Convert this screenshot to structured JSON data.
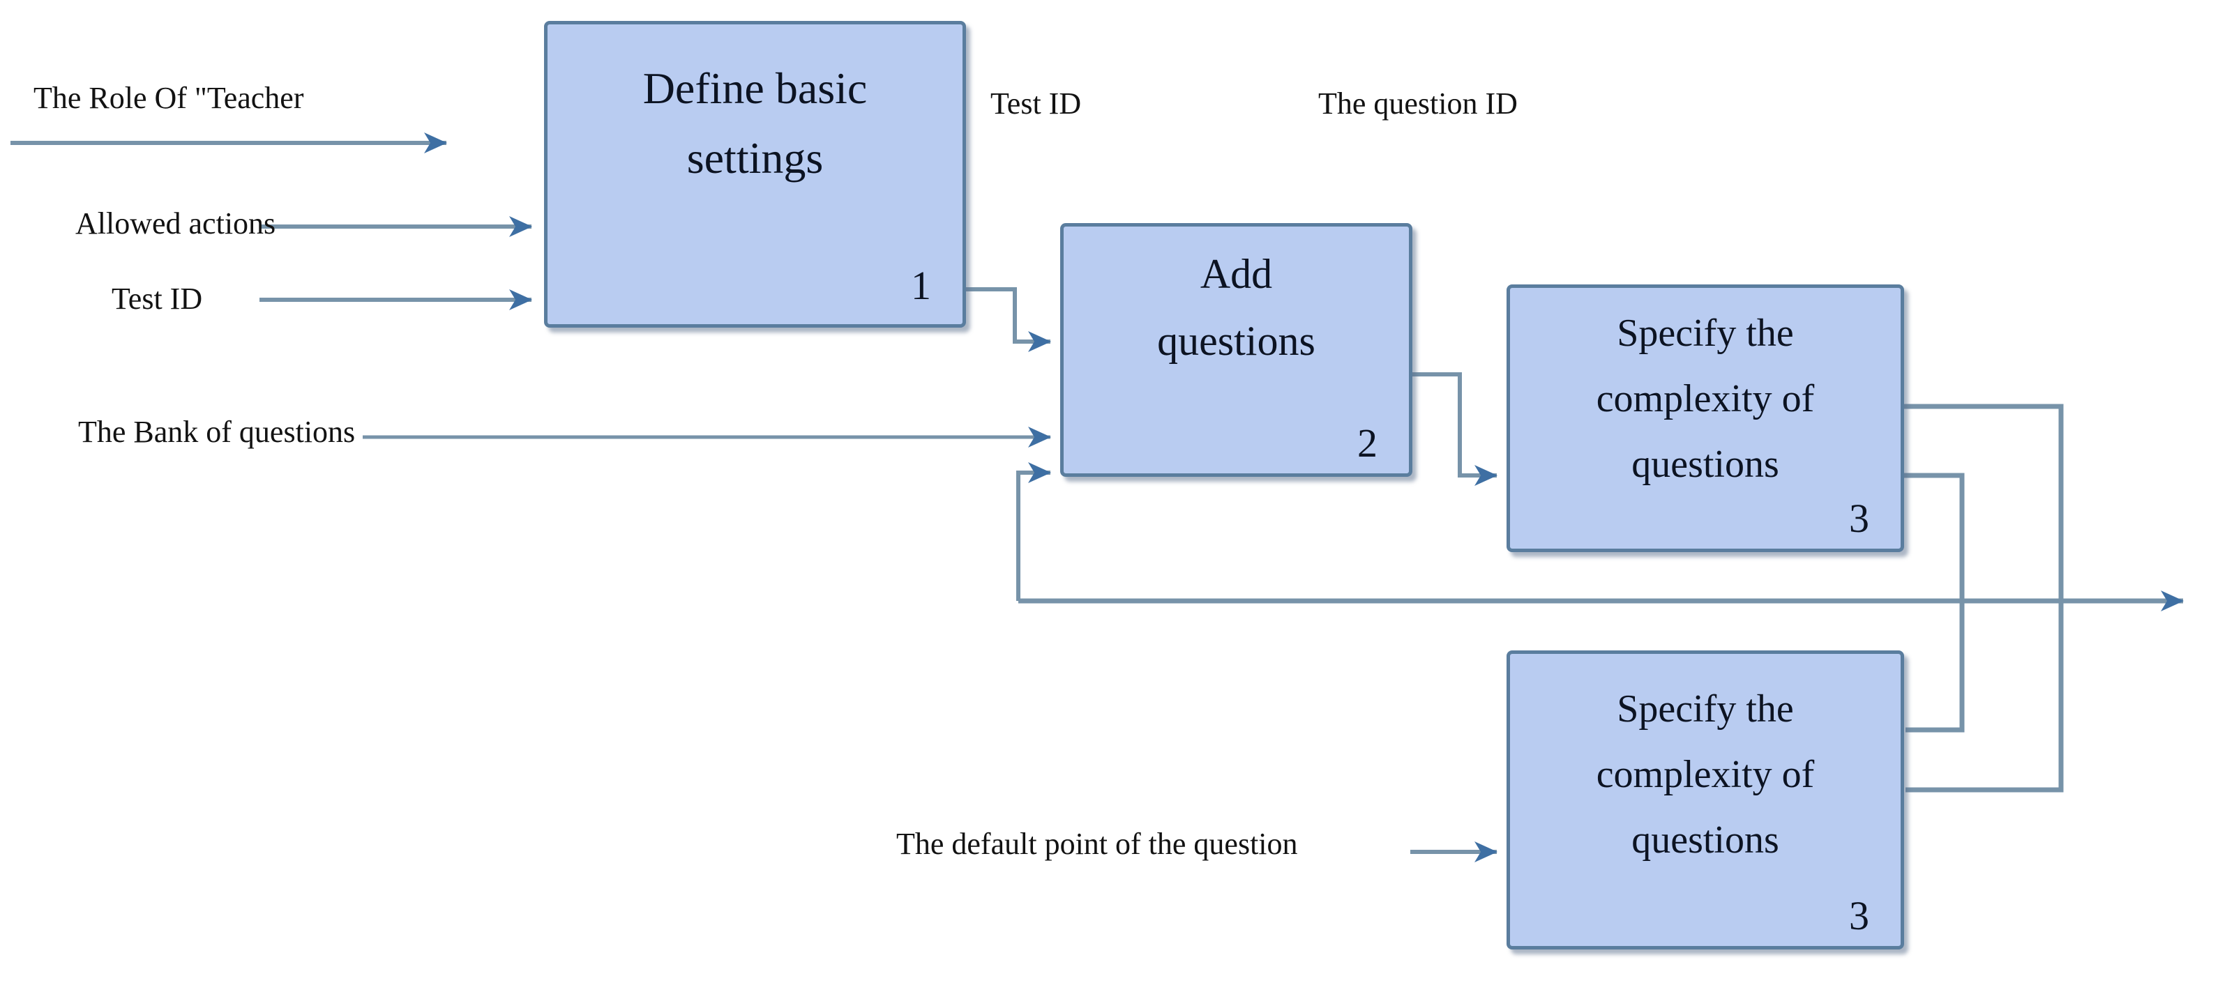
{
  "diagram": {
    "title": "Test creation flow diagram",
    "boxes": [
      {
        "id": "define-basic-settings",
        "label": "Define basic settings",
        "number": "1"
      },
      {
        "id": "add-questions",
        "label": "Add questions",
        "number": "2"
      },
      {
        "id": "specify-complexity-top",
        "label": "Specify the complexity of questions",
        "number": "3"
      },
      {
        "id": "specify-complexity-bottom",
        "label": "Specify the complexity of questions",
        "number": "3"
      }
    ],
    "labels": {
      "role_teacher": "The Role Of \"Teacher",
      "allowed_actions": "Allowed actions",
      "test_id_input": "Test ID",
      "test_id_output": "Test ID",
      "question_id": "The question ID",
      "bank_of_questions": "The Bank of questions",
      "default_point": "The default point of the question"
    },
    "colors": {
      "box_fill": "#b9ccf1",
      "box_border": "#5a7d9e",
      "line": "#7793a9",
      "arrowhead": "#3e6fa3",
      "text": "#0c1322"
    }
  }
}
